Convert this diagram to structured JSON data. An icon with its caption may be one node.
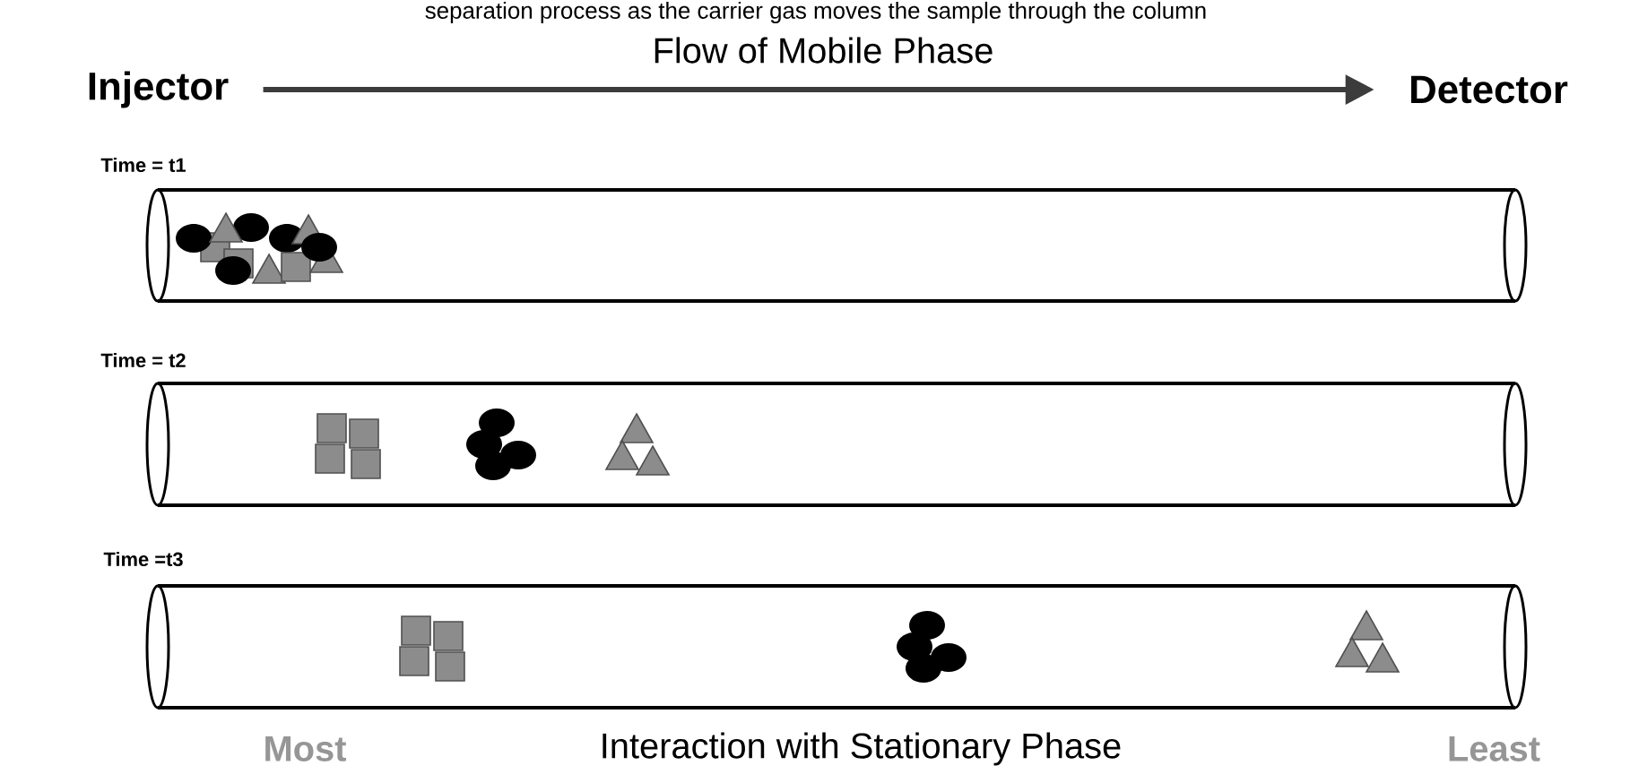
{
  "diagram": {
    "nodes": [
      {
        "text": [
          "Injector"
        ]
      },
      {
        "text": [
          "Detector"
        ]
      },
      {
        "text": [
          "Time = t1"
        ]
      },
      {
        "text": [
          "Time = t2"
        ]
      },
      {
        "text": [
          "Time =t3"
        ]
      }
    ],
    "edges": [
      {
        "from": 0,
        "to": 1,
        "arrow": "to",
        "label": "Flow of Mobile Phase"
      }
    ],
    "labels": [
      "separation process as the carrier gas moves the sample through the column",
      "Most",
      "Interaction with Stationary Phase",
      "Least"
    ]
  }
}
